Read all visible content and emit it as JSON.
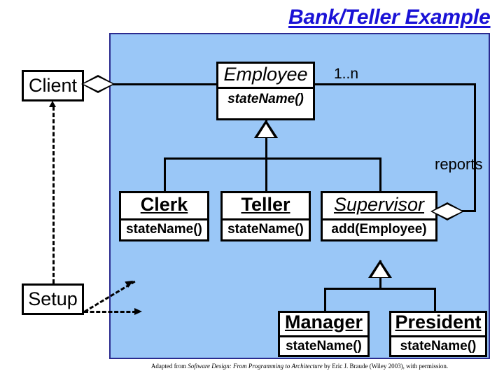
{
  "slide": {
    "title": "Bank/Teller Example",
    "background_color": "#ffffff",
    "panel_color": "#9ac7f7",
    "title_color": "#1a12d6"
  },
  "classes": {
    "client": {
      "name": "Client",
      "stereotype": "concrete"
    },
    "setup": {
      "name": "Setup",
      "stereotype": "concrete"
    },
    "employee": {
      "name": "Employee",
      "operations": "stateName()",
      "stereotype": "abstract"
    },
    "clerk": {
      "name": "Clerk",
      "operations": "stateName()",
      "stereotype": "concrete"
    },
    "teller": {
      "name": "Teller",
      "operations": "stateName()",
      "stereotype": "concrete"
    },
    "supervisor": {
      "name": "Supervisor",
      "operations": "add(Employee)",
      "stereotype": "abstract"
    },
    "manager": {
      "name": "Manager",
      "operations": "stateName()",
      "stereotype": "concrete"
    },
    "president": {
      "name": "President",
      "operations": "stateName()",
      "stereotype": "concrete"
    }
  },
  "labels": {
    "multiplicity": "1..n",
    "reports": "reports"
  },
  "relationships": [
    {
      "type": "aggregation",
      "from": "Client",
      "to": "Employee",
      "multiplicity": "1..n"
    },
    {
      "type": "generalization",
      "from": "Clerk",
      "to": "Employee"
    },
    {
      "type": "generalization",
      "from": "Teller",
      "to": "Employee"
    },
    {
      "type": "generalization",
      "from": "Supervisor",
      "to": "Employee"
    },
    {
      "type": "generalization",
      "from": "Manager",
      "to": "Supervisor"
    },
    {
      "type": "generalization",
      "from": "President",
      "to": "Supervisor"
    },
    {
      "type": "aggregation",
      "from": "Supervisor",
      "to": "Employee",
      "label": "reports"
    },
    {
      "type": "dependency",
      "from": "Setup",
      "to": "Client"
    },
    {
      "type": "dependency",
      "from": "Setup",
      "to": "Clerk"
    },
    {
      "type": "dependency",
      "from": "Setup",
      "to": "Teller"
    }
  ],
  "footer": {
    "prefix": "Adapted from ",
    "book_title": "Software Design: From Programming to Architecture",
    "suffix": " by Eric J. Braude (Wiley 2003), with permission."
  }
}
